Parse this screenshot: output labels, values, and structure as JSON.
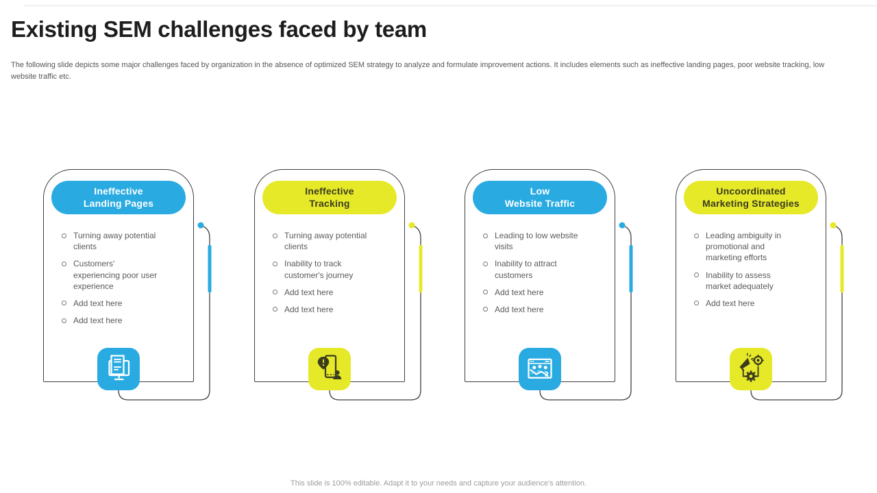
{
  "slide": {
    "title": "Existing SEM challenges faced by team",
    "description": "The following slide depicts some major challenges faced by organization in the absence of optimized SEM strategy to analyze and formulate improvement actions. It includes elements such as ineffective landing pages, poor website tracking, low website traffic etc.",
    "footer_note": "This slide is 100% editable. Adapt it to your needs and capture your audience's attention."
  },
  "colors": {
    "accent_blue": "#29ABE2",
    "accent_yellow": "#E6E928",
    "text_on_yellow": "#3B3B1E",
    "card_outline": "#3E3E3E",
    "body_text": "#595959"
  },
  "cards": [
    {
      "title_line1": "Ineffective",
      "title_line2": "Landing Pages",
      "theme": "blue",
      "icon": "landing-page-document-icon",
      "bullets": [
        "Turning away potential clients",
        "Customers' experiencing poor user experience",
        "Add text here",
        "Add text here"
      ]
    },
    {
      "title_line1": "Ineffective",
      "title_line2": "Tracking",
      "theme": "yellow",
      "icon": "location-tracking-icon",
      "bullets": [
        "Turning away potential clients",
        "Inability to track customer's journey",
        "Add text here",
        "Add text here"
      ]
    },
    {
      "title_line1": "Low",
      "title_line2": "Website Traffic",
      "theme": "blue",
      "icon": "website-traffic-decline-icon",
      "bullets": [
        "Leading to low website visits",
        "Inability to attract customers",
        "Add text here",
        "Add text here"
      ]
    },
    {
      "title_line1": "Uncoordinated",
      "title_line2": "Marketing Strategies",
      "theme": "yellow",
      "icon": "marketing-strategy-icon",
      "bullets": [
        "Leading ambiguity in promotional and marketing efforts",
        "Inability to assess market adequately",
        "Add text here"
      ]
    }
  ]
}
